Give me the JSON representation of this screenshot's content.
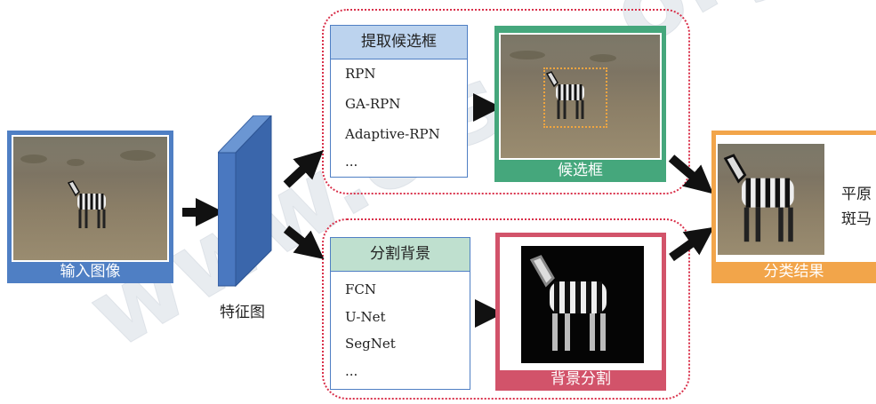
{
  "input": {
    "caption": "输入图像"
  },
  "feature_map": {
    "label": "特征图"
  },
  "proposal_branch": {
    "title": "提取候选框",
    "methods": [
      "RPN",
      "GA-RPN",
      "Adaptive-RPN",
      "..."
    ],
    "output_caption": "候选框"
  },
  "segment_branch": {
    "title": "分割背景",
    "methods": [
      "FCN",
      "U-Net",
      "SegNet",
      "..."
    ],
    "output_caption": "背景分割"
  },
  "result": {
    "caption": "分类结果",
    "label_line1": "平原",
    "label_line2": "斑马"
  },
  "watermark": {
    "text": "www.c-s-a.org.cn"
  },
  "colors": {
    "input_frame": "#4f7fc4",
    "feature_map": "#4a78c0",
    "proposal_head": "#bcd3ee",
    "proposal_border": "#4f7fc4",
    "proposal_output": "#45a77c",
    "segment_head": "#bfe0cf",
    "segment_border": "#4f7fc4",
    "segment_output": "#d2536a",
    "result_frame": "#f2a54a",
    "dashed_outline": "#d9304a",
    "box_highlight": "#f0a540",
    "arrow": "#111111"
  }
}
